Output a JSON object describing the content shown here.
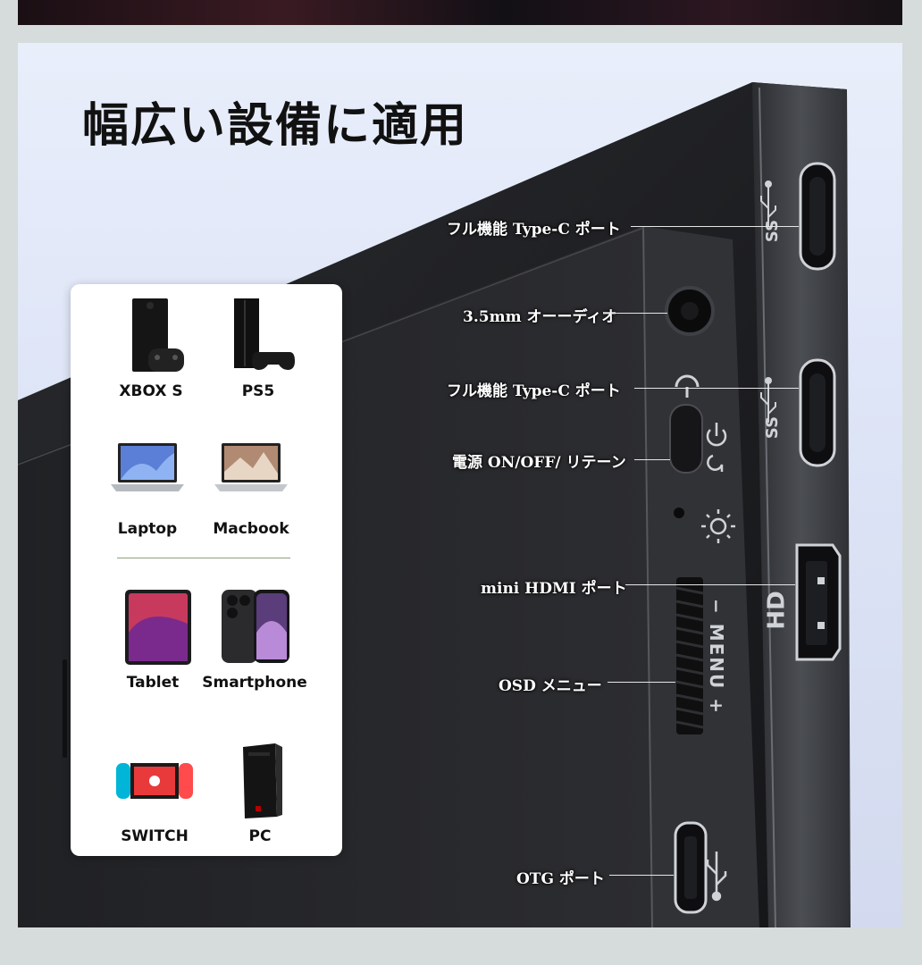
{
  "headline": "幅広い設備に適用",
  "ports": [
    {
      "label": "フル機能 Type-C ポート"
    },
    {
      "label": "3.5mm オーーディオ"
    },
    {
      "label": "フル機能 Type-C ポート"
    },
    {
      "label": "電源 ON/OFF/ リテーン"
    },
    {
      "label": "mini HDMI ポート"
    },
    {
      "label": "OSD メニュー"
    },
    {
      "label": "OTG ポート"
    }
  ],
  "side_marks": {
    "ss_top": "SS",
    "ss_mid": "SS",
    "hd": "HD",
    "menu": "− MENU +"
  },
  "devices": [
    {
      "label": "XBOX S",
      "icon": "xbox-console-icon"
    },
    {
      "label": "PS5",
      "icon": "ps5-console-icon"
    },
    {
      "label": "Laptop",
      "icon": "laptop-icon"
    },
    {
      "label": "Macbook",
      "icon": "macbook-icon"
    },
    {
      "label": "Tablet",
      "icon": "tablet-icon"
    },
    {
      "label": "Smartphone",
      "icon": "smartphone-icon"
    },
    {
      "label": "SWITCH",
      "icon": "switch-console-icon"
    },
    {
      "label": "PC",
      "icon": "pc-tower-icon"
    }
  ],
  "colors": {
    "background": "#d6dcdb",
    "panel_light": "#e9eefb",
    "monitor_body": "#222326",
    "monitor_edge": "#4a4d52",
    "card": "#ffffff",
    "divider": "#8aa07a"
  }
}
